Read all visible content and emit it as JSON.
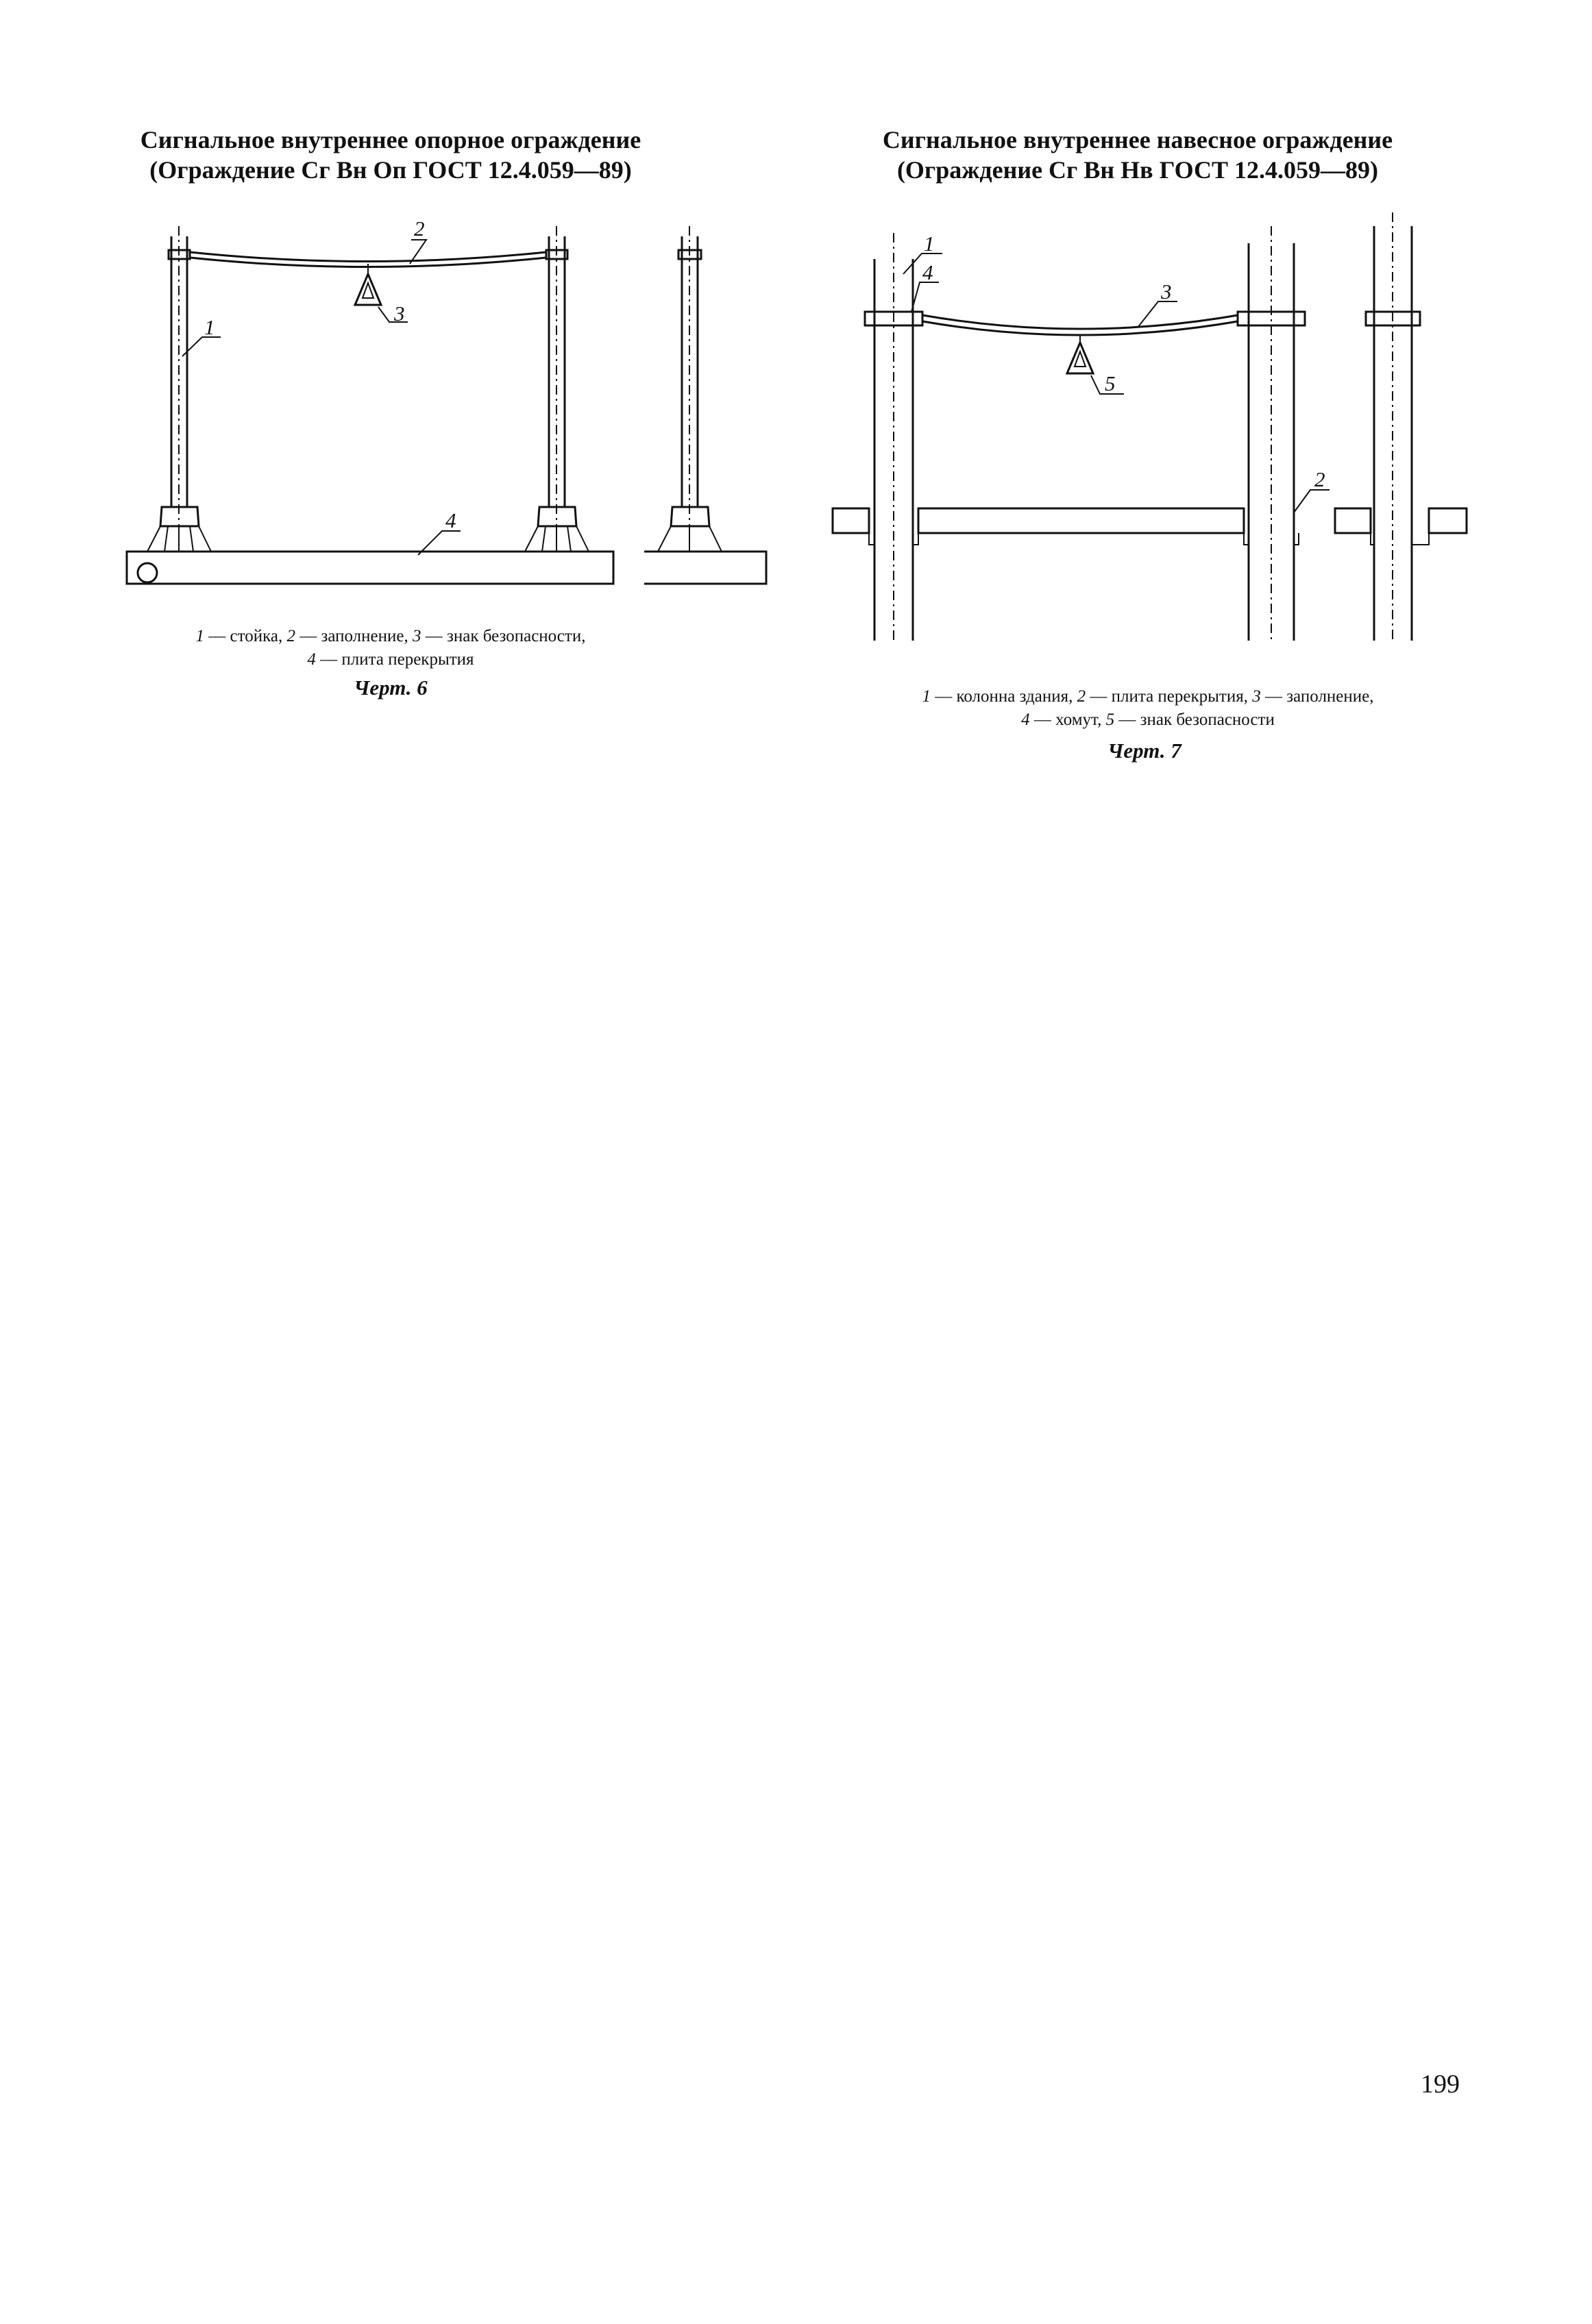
{
  "fig6": {
    "title_line1": "Сигнальное внутреннее опорное ограждение",
    "title_line2": "(Ограждение Сг Вн Оп ГОСТ 12.4.059—89)",
    "caption": [
      {
        "num": "1",
        "text": " — стойка, "
      },
      {
        "num": "2",
        "text": " — заполнение, "
      },
      {
        "num": "3",
        "text": " — знак безопасности,"
      },
      {
        "num": "4",
        "text": " — плита перекрытия"
      }
    ],
    "label": "Черт. 6",
    "callouts": [
      "1",
      "2",
      "3",
      "4"
    ]
  },
  "fig7": {
    "title_line1": "Сигнальное внутреннее навесное ограждение",
    "title_line2": "(Ограждение Сг Вн Нв ГОСТ 12.4.059—89)",
    "caption": [
      {
        "num": "1",
        "text": " — колонна здания, "
      },
      {
        "num": "2",
        "text": " — плита перекрытия, "
      },
      {
        "num": "3",
        "text": " — заполнение,"
      },
      {
        "num": "4",
        "text": " — хомут, "
      },
      {
        "num": "5",
        "text": " — знак безопасности"
      }
    ],
    "label": "Черт. 7",
    "callouts": [
      "1",
      "2",
      "3",
      "4",
      "5"
    ]
  },
  "page_number": "199"
}
